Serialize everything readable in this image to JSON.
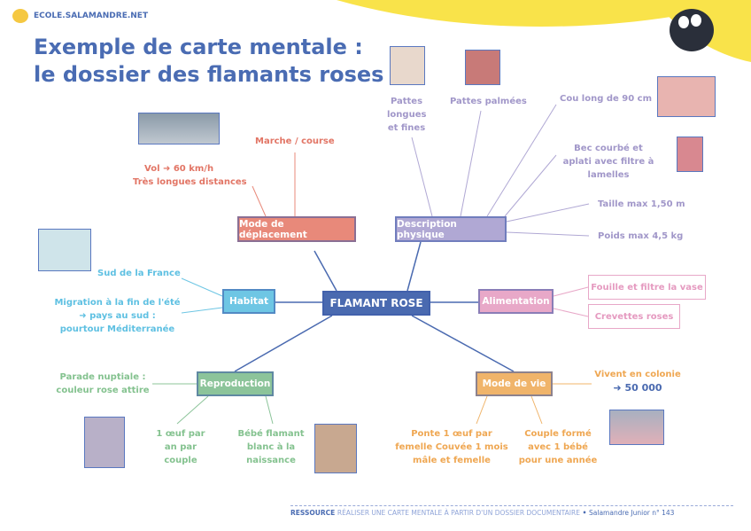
{
  "header": {
    "site": "ECOLE.SALAMANDRE.NET",
    "title_line1": "Exemple de carte mentale :",
    "title_line2": "le dossier des flamants roses"
  },
  "center": "FLAMANT ROSE",
  "branches": {
    "deplacement": {
      "label": "Mode de déplacement",
      "items": [
        "Marche / course",
        "Vol ➜ 60 km/h",
        "Très longues distances"
      ]
    },
    "description": {
      "label": "Description physique",
      "items": [
        "Pattes longues et fines",
        "Pattes palmées",
        "Cou long de 90 cm",
        "Bec courbé et aplati avec filtre à lamelles",
        "Taille max 1,50 m",
        "Poids max 4,5 kg"
      ]
    },
    "habitat": {
      "label": "Habitat",
      "items": [
        "Sud de la France",
        "Migration à la fin de l'été",
        "➜ pays au sud :",
        "pourtour Méditerranée"
      ]
    },
    "alimentation": {
      "label": "Alimentation",
      "items": [
        "Fouille et filtre la vase",
        "Crevettes roses"
      ]
    },
    "reproduction": {
      "label": "Reproduction",
      "items": [
        "Parade nuptiale :",
        "couleur rose attire",
        "1 œuf par an par couple",
        "Bébé flamant blanc à la naissance"
      ]
    },
    "vie": {
      "label": "Mode de vie",
      "items": [
        "Vivent en colonie",
        "➜ 50 000",
        "Ponte 1 œuf par femelle Couvée 1 mois mâle et femelle",
        "Couple formé avec 1 bébé pour une année"
      ]
    }
  },
  "footer": {
    "tag": "RESSOURCE",
    "text": "RÉALISER UNE CARTE MENTALE À PARTIR D'UN DOSSIER DOCUMENTAIRE",
    "issue": "Salamandre Junior n° 143"
  }
}
